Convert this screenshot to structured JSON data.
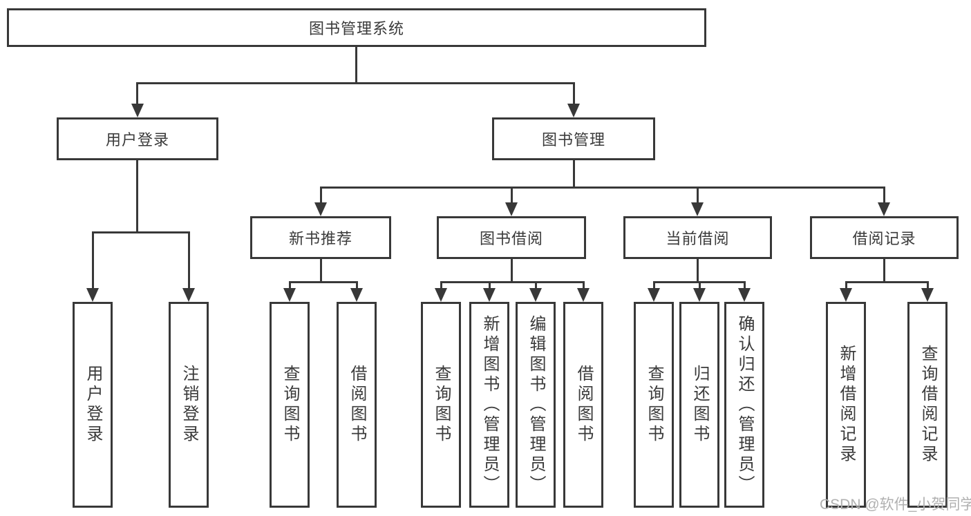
{
  "tree": {
    "label": "图书管理系统",
    "children": [
      {
        "label": "用户登录",
        "children": [
          {
            "label": "用户登录"
          },
          {
            "label": "注销登录"
          }
        ]
      },
      {
        "label": "图书管理",
        "children": [
          {
            "label": "新书推荐",
            "children": [
              {
                "label": "查询图书"
              },
              {
                "label": "借阅图书"
              }
            ]
          },
          {
            "label": "图书借阅",
            "children": [
              {
                "label": "查询图书"
              },
              {
                "label": "新增图书（管理员）"
              },
              {
                "label": "编辑图书（管理员）"
              },
              {
                "label": "借阅图书"
              }
            ]
          },
          {
            "label": "当前借阅",
            "children": [
              {
                "label": "查询图书"
              },
              {
                "label": "归还图书"
              },
              {
                "label": "确认归还（管理员）"
              }
            ]
          },
          {
            "label": "借阅记录",
            "children": [
              {
                "label": "新增借阅记录"
              },
              {
                "label": "查询借阅记录"
              }
            ]
          }
        ]
      }
    ]
  },
  "watermark": "CSDN @软件_小贺同学",
  "colors": {
    "line": "#383838",
    "text": "#3a3a3a",
    "watermark": "#b0b0b0"
  }
}
